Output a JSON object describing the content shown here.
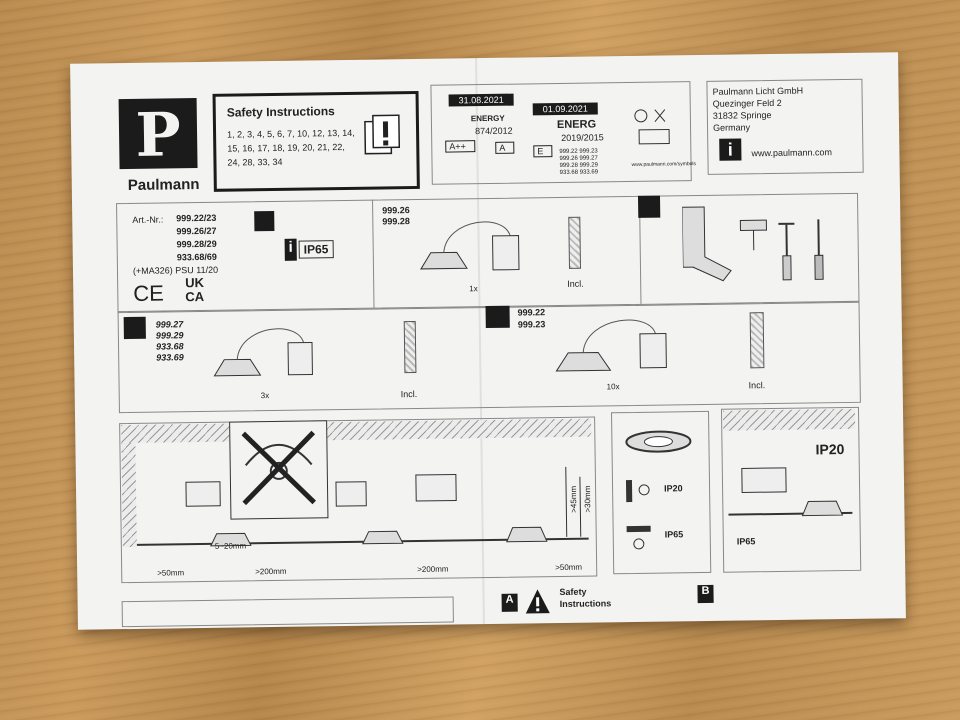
{
  "brand": {
    "logo_letter": "P",
    "name": "Paulmann"
  },
  "safety": {
    "title": "Safety Instructions",
    "pages_line1": "1, 2, 3, 4, 5, 6, 7, 10, 12, 13, 14,",
    "pages_line2": "15, 16, 17, 18, 19, 20, 21, 22,",
    "pages_line3": "24, 28, 33, 34"
  },
  "energy": {
    "date1": "31.08.2021",
    "date2": "01.09.2021",
    "reg1": "874/2012",
    "reg2": "2019/2015",
    "label_old": "ENERGY",
    "label_new": "ENERG",
    "class_old": "A++",
    "class_range": "A",
    "class_new": "E",
    "codes": [
      "999.22 999.23",
      "999.26 999.27",
      "999.28 999.29",
      "933.68 933.69"
    ],
    "symbols_url": "www.paulmann.com/symbols"
  },
  "company": {
    "line1": "Paulmann Licht GmbH",
    "line2": "Quezinger Feld 2",
    "line3": "31832 Springe",
    "line4": "Germany",
    "web": "www.paulmann.com",
    "info_icon": "i"
  },
  "articles": {
    "label": "Art.-Nr.:",
    "n1": "999.22/23",
    "n2": "999.26/27",
    "n3": "999.28/29",
    "n4": "933.68/69",
    "psu": "(+MA326) PSU 11/20",
    "ce": "CE",
    "ukca_top": "UK",
    "ukca_bottom": "CA",
    "ip": "IP65",
    "info_icon": "i"
  },
  "kit1": {
    "codes": [
      "999.26",
      "999.28"
    ],
    "qty": "1x",
    "incl": "Incl."
  },
  "kit2": {
    "codes": [
      "999.27",
      "999.29",
      "933.68",
      "933.69"
    ],
    "qty": "3x",
    "incl": "Incl."
  },
  "kit3": {
    "codes": [
      "999.22",
      "999.23"
    ],
    "qty": "10x",
    "incl": "Incl."
  },
  "install": {
    "d1": ">50mm",
    "d2": ">200mm",
    "d3": ">200mm",
    "d4": ">50mm",
    "gap": "5~20mm",
    "h1": ">45mm",
    "h2": ">30mm"
  },
  "ip_panel": {
    "ip20": "IP20",
    "ip65": "IP65"
  },
  "ip_panel2": {
    "ip20": "IP20",
    "ip65": "IP65"
  },
  "footer": {
    "a": "A",
    "b": "B",
    "safety_line1": "Safety",
    "safety_line2": "Instructions"
  }
}
